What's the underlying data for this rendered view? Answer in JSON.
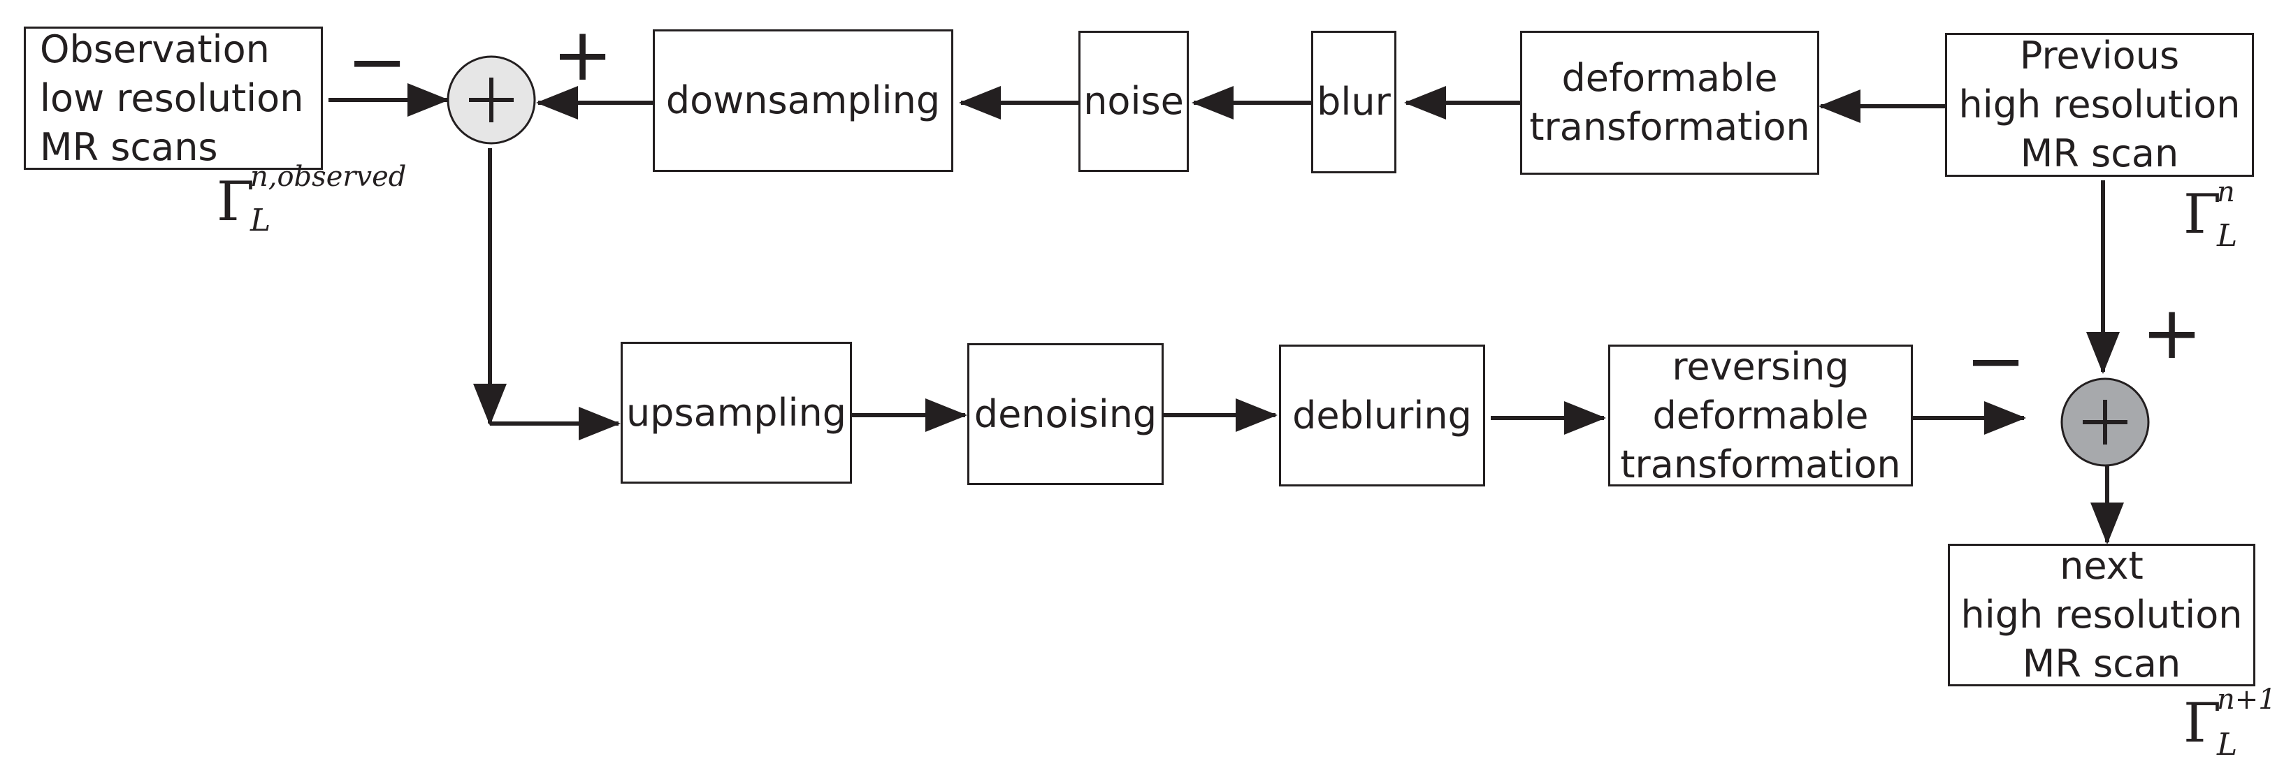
{
  "blocks": {
    "observation": "Observation\nlow resolution\nMR scans",
    "downsampling": "downsampling",
    "noise": "noise",
    "blur": "blur",
    "deformable": "deformable\ntransformation",
    "previous": "Previous\nhigh resolution\nMR scan",
    "upsampling": "upsampling",
    "denoising": "denoising",
    "debluring": "debluring",
    "reversing": "reversing\ndeformable\ntransformation",
    "next": "next\nhigh resolution\nMR scan"
  },
  "signs": {
    "top_minus": "−",
    "top_plus": "+",
    "right_plus": "+",
    "right_minus": "−",
    "sum_symbol": "+"
  },
  "symbols": {
    "observed": {
      "base": "Γ",
      "sup": "n,observed",
      "sub": "L"
    },
    "previous": {
      "base": "Γ",
      "sup": "n",
      "sub": "L"
    },
    "next": {
      "base": "Γ",
      "sup": "n+1",
      "sub": "L"
    }
  },
  "colors": {
    "line": "#231f20",
    "sum_top_fill": "#e6e6e6",
    "sum_bottom_fill": "#a7a9ac"
  }
}
